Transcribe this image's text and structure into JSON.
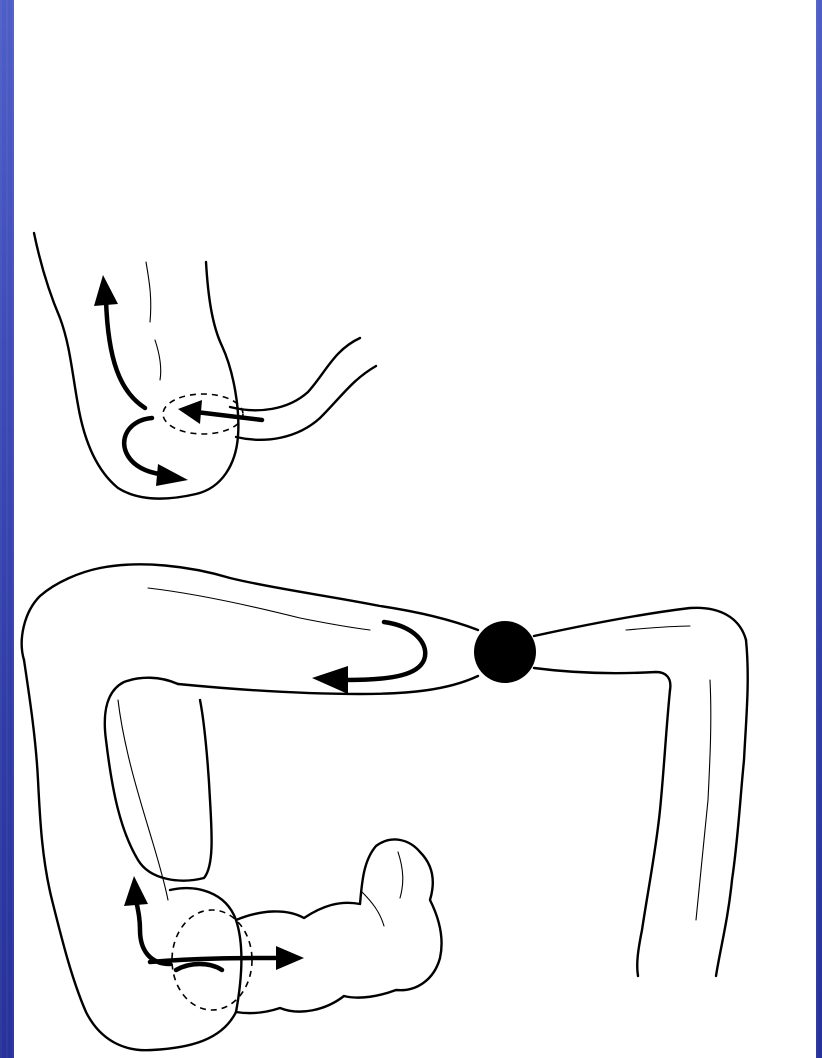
{
  "figure": {
    "background_color": "#3d4bb6",
    "paper_color": "#ffffff",
    "ink_color": "#000000",
    "panels": [
      {
        "name": "ileocecal-region",
        "flow_arrows": 3
      },
      {
        "name": "large-intestine-with-obstruction",
        "flow_arrows": 3,
        "obstruction_marker": "solid-circle"
      }
    ]
  }
}
